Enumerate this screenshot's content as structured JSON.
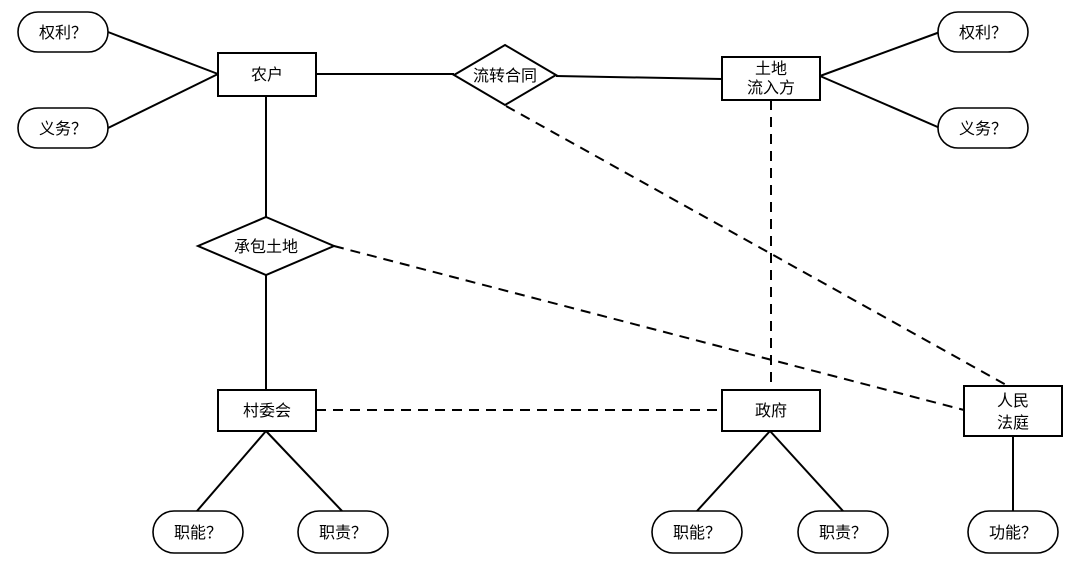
{
  "entities": {
    "farmer": "农户",
    "land_transferee": [
      "土地",
      "流入方"
    ],
    "village_committee": "村委会",
    "government": "政府",
    "peoples_court": [
      "人民",
      "法庭"
    ]
  },
  "relationships": {
    "transfer_contract": "流转合同",
    "contract_land": "承包土地"
  },
  "attributes": {
    "farmer_rights": "权利？",
    "farmer_obligations": "义务？",
    "transferee_rights": "权利？",
    "transferee_obligations": "义务？",
    "village_functions": "职能？",
    "village_duties": "职责？",
    "government_functions": "职能？",
    "government_duties": "职责？",
    "court_function": "功能？"
  }
}
